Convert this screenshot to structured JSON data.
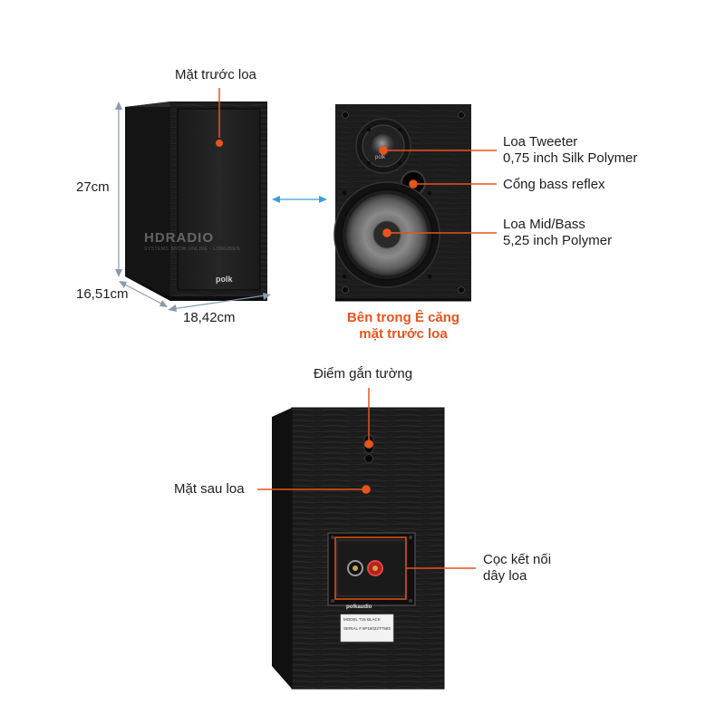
{
  "front": {
    "title": "Mặt trước loa",
    "height": "27cm",
    "depth": "16,51cm",
    "width": "18,42cm",
    "brand": "polk",
    "watermark": "HDRADIO",
    "watermark_sub": "SYSTEMS SHOW ONLINE - LONGBIEN"
  },
  "inner": {
    "caption_line1": "Bên trong Ê căng",
    "caption_line2": "mặt trước loa",
    "tweeter_line1": "Loa Tweeter",
    "tweeter_line2": "0,75 inch Silk Polymer",
    "port": "Cổng bass reflex",
    "woofer_line1": "Loa Mid/Bass",
    "woofer_line2": "5,25 inch Polymer",
    "tweeter_logo": "polk"
  },
  "back": {
    "mount": "Điểm gắn tường",
    "rear": "Mặt sau loa",
    "terminal_line1": "Cọc kết nối",
    "terminal_line2": "dây loa",
    "brand": "polkaudio",
    "model": "MODEL T15 BLACK",
    "serial": "SERIAL # 6P16022TT583"
  },
  "colors": {
    "accent": "#e8541c",
    "dimension": "#8a9bb0",
    "arrow": "#3aa0dc",
    "cabinet": "#1c1c1c"
  }
}
